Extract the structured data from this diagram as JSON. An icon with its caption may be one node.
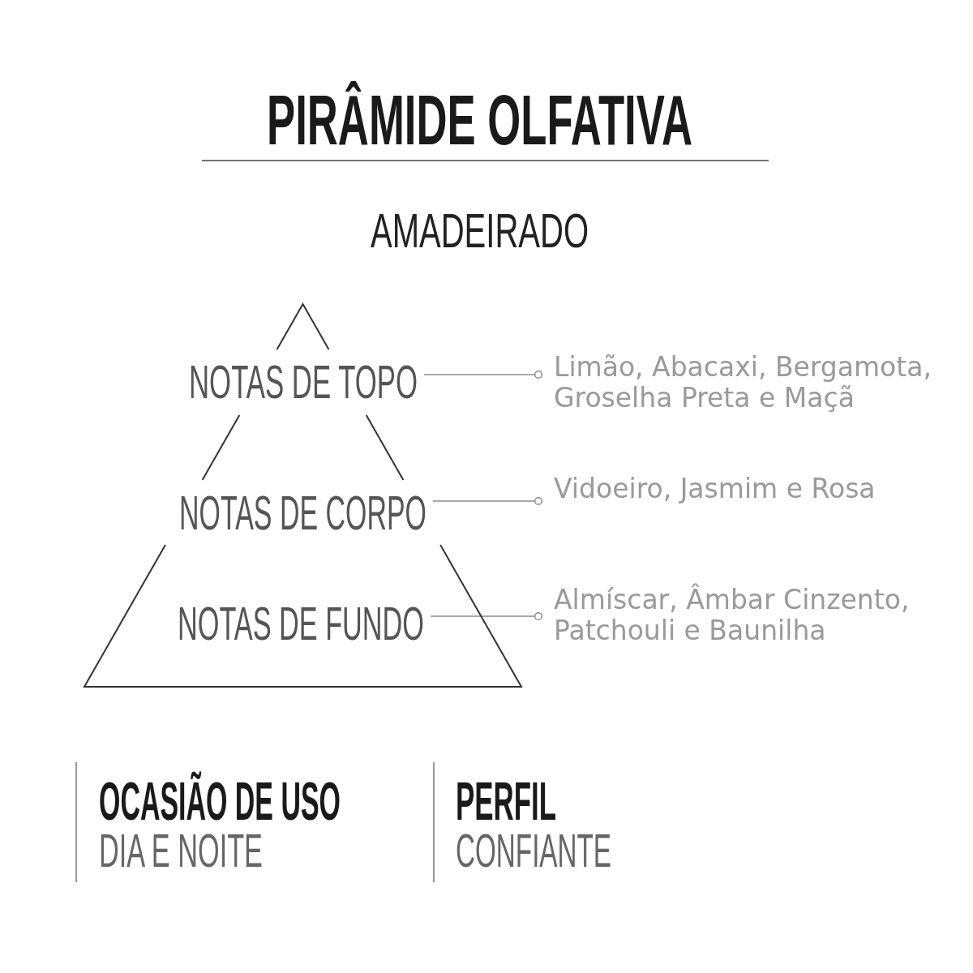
{
  "diagram": {
    "title": "PIRÂMIDE OLFATIVA",
    "nodes": [
      {
        "text": [],
        "shape": "triangle"
      },
      {
        "text": [
          "NOTAS DE TOPO"
        ],
        "in": 0
      },
      {
        "text": [
          "Limão, Abacaxi, Bergamota, Groselha Preta e Maçã"
        ]
      },
      {
        "text": [
          "NOTAS DE CORPO"
        ],
        "in": 0
      },
      {
        "text": [
          "Vidoeiro, Jasmim e Rosa"
        ]
      },
      {
        "text": [
          "NOTAS DE FUNDO"
        ],
        "in": 0
      },
      {
        "text": [
          "Almíscar, Âmbar Cinzento, Patchouli e Baunilha"
        ]
      }
    ],
    "edges": [
      {
        "from": 1,
        "to": 2,
        "arrow": "other"
      },
      {
        "from": 3,
        "to": 4,
        "arrow": "other"
      },
      {
        "from": 5,
        "to": 6,
        "arrow": "other"
      }
    ],
    "labels": [
      "AMADEIRADO",
      "OCASIÃO DE USO",
      "DIA E NOITE",
      "PERFIL",
      "CONFIANTE"
    ]
  }
}
